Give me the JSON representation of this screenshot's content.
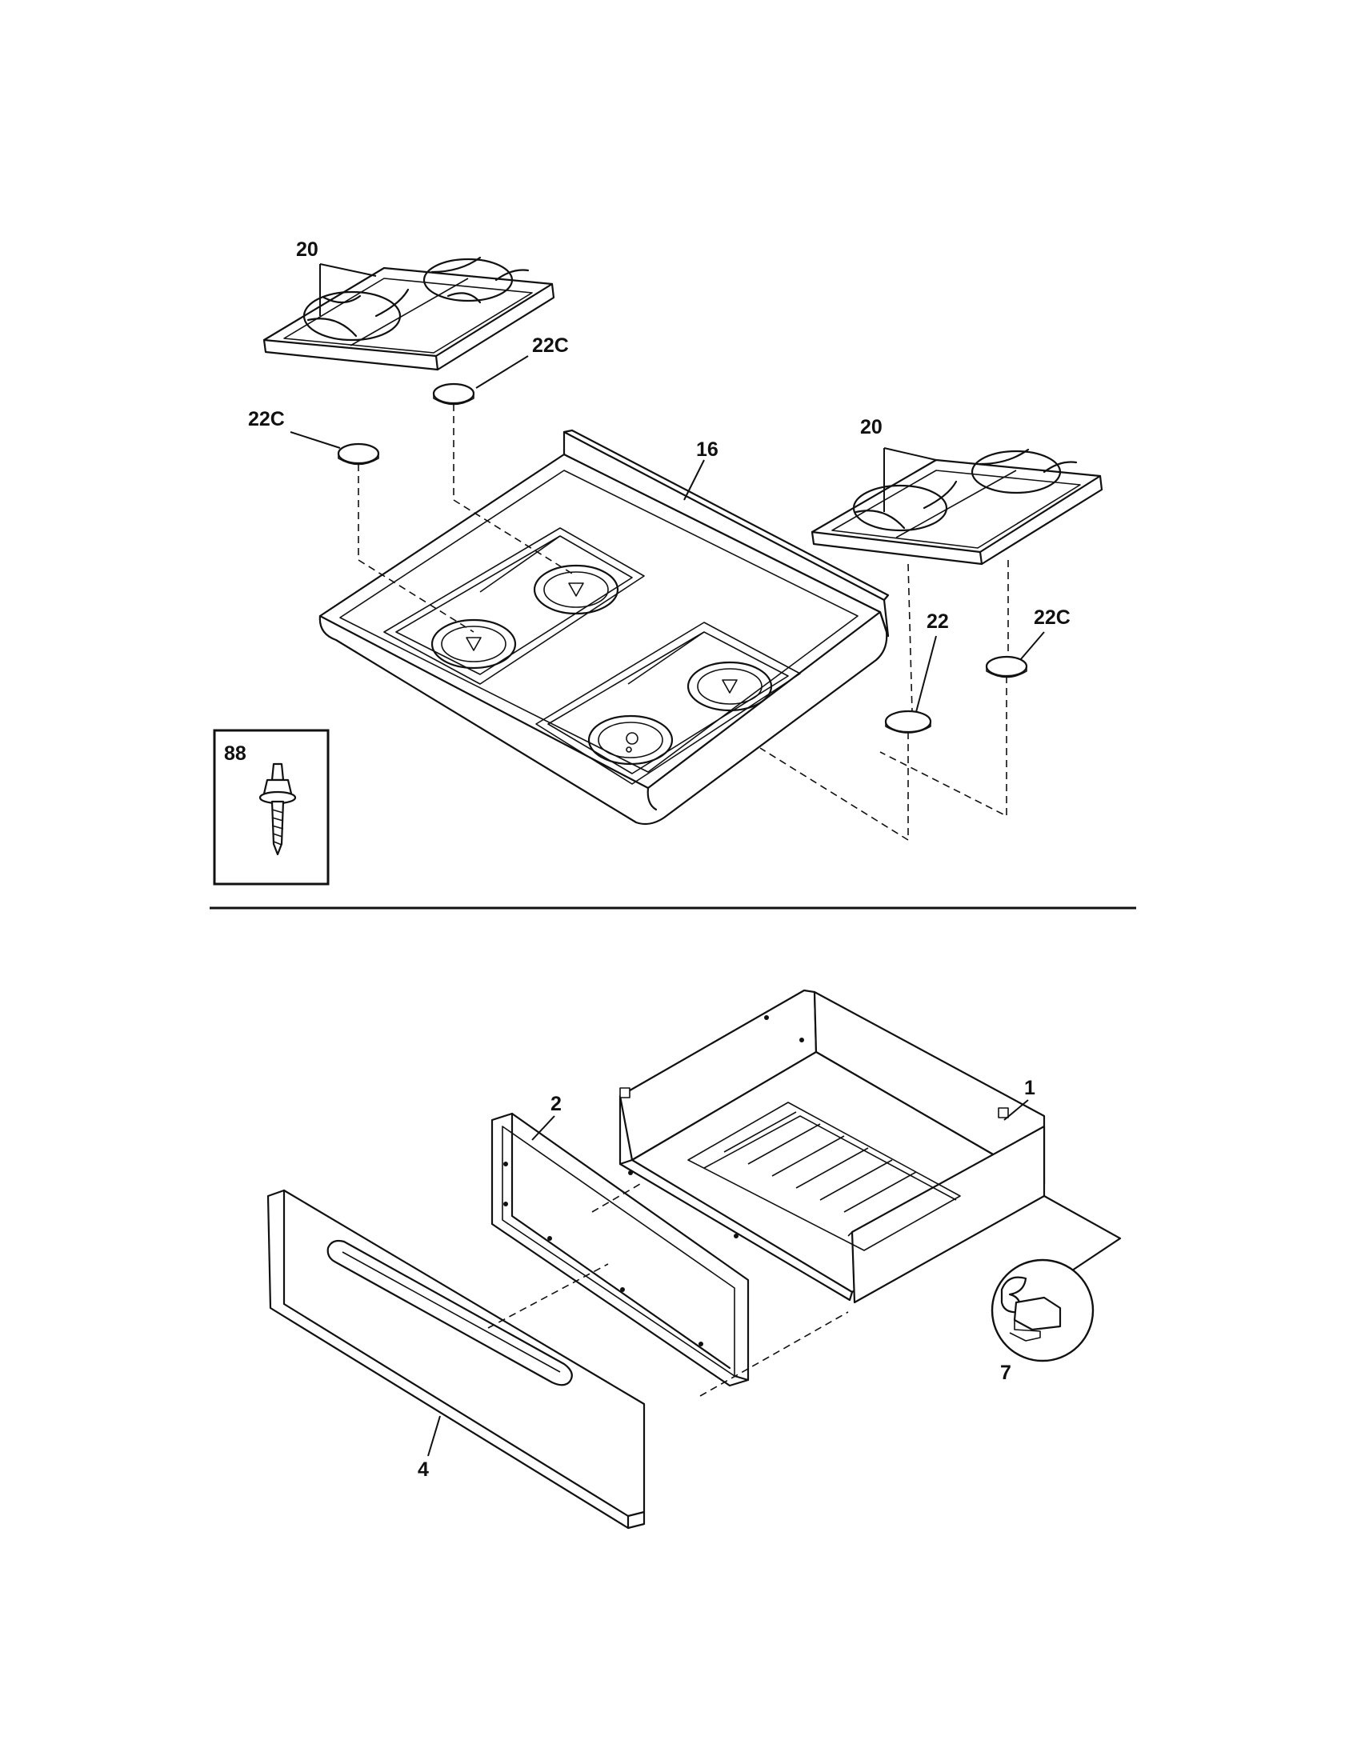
{
  "diagram": {
    "callouts": {
      "grate_left": "20",
      "cap_left_a": "22C",
      "cap_left_b": "22C",
      "cooktop": "16",
      "grate_right": "20",
      "cap_right_a": "22",
      "cap_right_b": "22C",
      "inset_screw": "88",
      "drawer_body": "1",
      "drawer_liner": "2",
      "drawer_front": "4",
      "drawer_clip": "7"
    }
  }
}
